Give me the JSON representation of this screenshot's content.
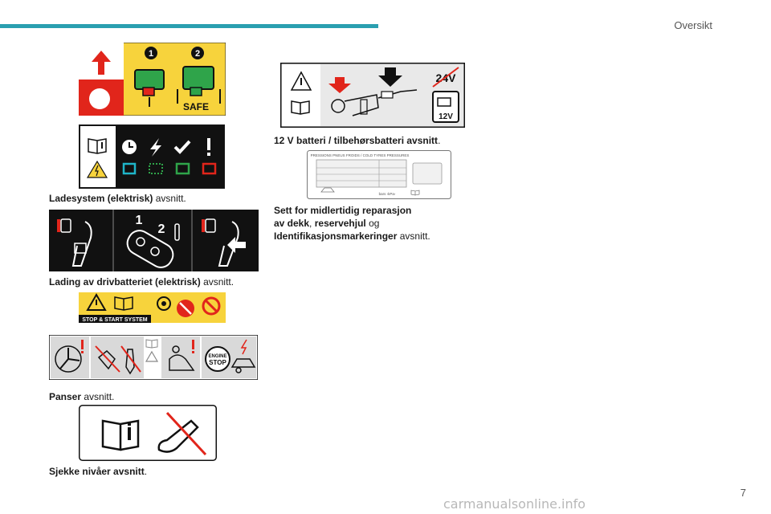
{
  "header": {
    "section": "Oversikt",
    "page_number": "7"
  },
  "labels": {
    "safe_text": "SAFE",
    "num1": "1",
    "num2": "2",
    "stopstart_text": "STOP & START SYSTEM",
    "engine_stop_line1": "ENGINE",
    "engine_stop_line2": "STOP",
    "volt24": "24V",
    "volt12": "12V",
    "tyre_title": "PRESSIONS PNEUS FROIDS / COLD TYRES PRESSURES",
    "tyre_units": "bars    ‹kPa›",
    "remote_num1": "1",
    "remote_num2": "2"
  },
  "captions": {
    "c1_bold": "Ladesystem (elektrisk)",
    "c1_rest": " avsnitt.",
    "c2_bold": "Lading av drivbatteriet (elektrisk)",
    "c2_rest": " avsnitt.",
    "c3_bold": "Panser",
    "c3_rest": " avsnitt.",
    "c4_bold": "Sjekke nivåer avsnitt",
    "c4_rest": ".",
    "c5_bold": "12 V batteri / tilbehørsbatteri avsnitt",
    "c5_rest": ".",
    "c6_line1_bold": "Sett for midlertidig reparasjon",
    "c6_line2_bold": "av dekk",
    "c6_line2_mid": ", ",
    "c6_line2_bold2": "reservehjul",
    "c6_line2_rest": " og",
    "c6_line3_bold": "Identifikasjonsmarkeringer",
    "c6_line3_rest": " avsnitt."
  },
  "watermark": "carmanualsonline.info",
  "colors": {
    "accent": "#2a9fb0",
    "red": "#e1251b",
    "yellow": "#f7d33c",
    "green": "#2fa44a",
    "black": "#111111"
  }
}
